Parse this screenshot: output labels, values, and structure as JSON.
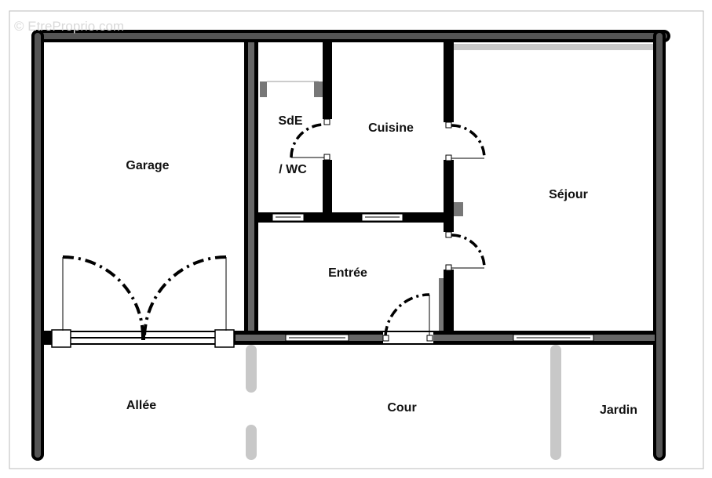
{
  "watermark": "© EtreProprio.com",
  "rooms": {
    "garage": "Garage",
    "sde": "SdE",
    "wc": "/ WC",
    "cuisine": "Cuisine",
    "sejour": "Séjour",
    "entree": "Entrée",
    "allee": "Allée",
    "cour": "Cour",
    "jardin": "Jardin"
  },
  "colors": {
    "wall": "#000000",
    "wall_edge": "#333333",
    "wall_fill": "#555555",
    "path": "#c8c8c8",
    "frame": "#bbbbbb"
  }
}
